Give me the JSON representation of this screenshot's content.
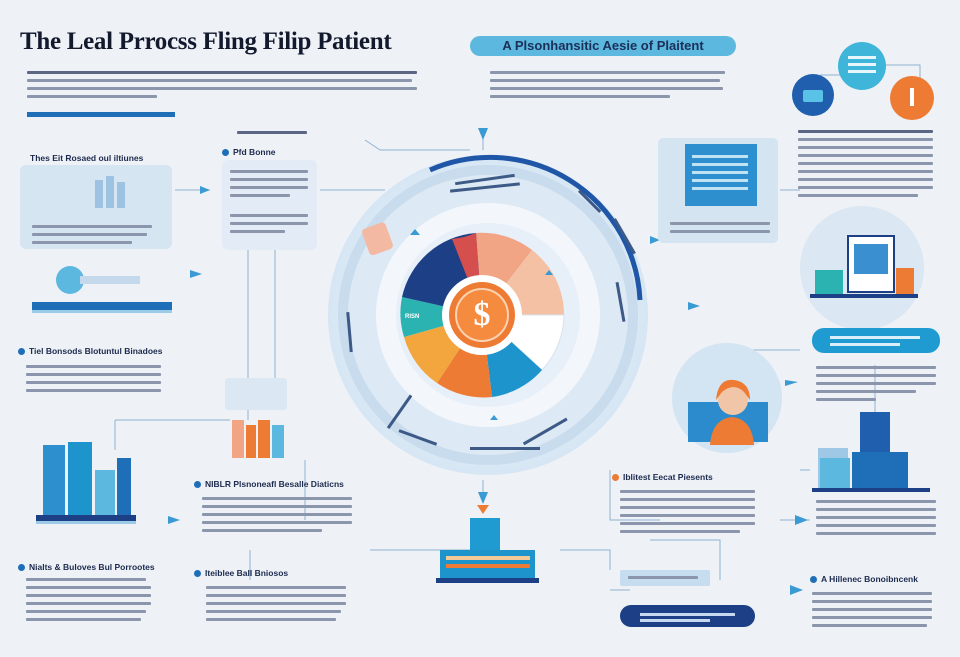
{
  "title": "The Leal Prrocss Fling Filip Patient",
  "pill_title": "A Plsonhansitic Aesie of Plaitent",
  "center_symbol": "$",
  "ring_label": "RISN",
  "left_sections": [
    {
      "label": "Thes Eit Rosaed oul iltiunes"
    },
    {
      "label": "Tiel Bonsods Blotuntul Binadoes"
    },
    {
      "label": "Nialts & Buloves Bul Porrootes"
    }
  ],
  "mid_sections": [
    {
      "label": "Pfd Bonne"
    },
    {
      "label": "NIBLR Plsnoneafl Besalle Diaticns"
    },
    {
      "label": "Iteiblee Ball Bniosos"
    }
  ],
  "right_sections": [
    {
      "label": "Iblitest Eecat Piesents"
    },
    {
      "label": "A Hillenec Bonoibncenk"
    }
  ],
  "colors": {
    "accent_blue": "#1f6fb8",
    "navy": "#1c3f86",
    "teal": "#2bb3b1",
    "orange": "#ee7b34",
    "salmon": "#f1a585",
    "sky": "#5cb8df",
    "background": "#eef1f5"
  },
  "icons": [
    "dollar-icon",
    "person-icon",
    "document-icon",
    "monitor-icon",
    "building-chart-icon",
    "arrow-icon"
  ]
}
